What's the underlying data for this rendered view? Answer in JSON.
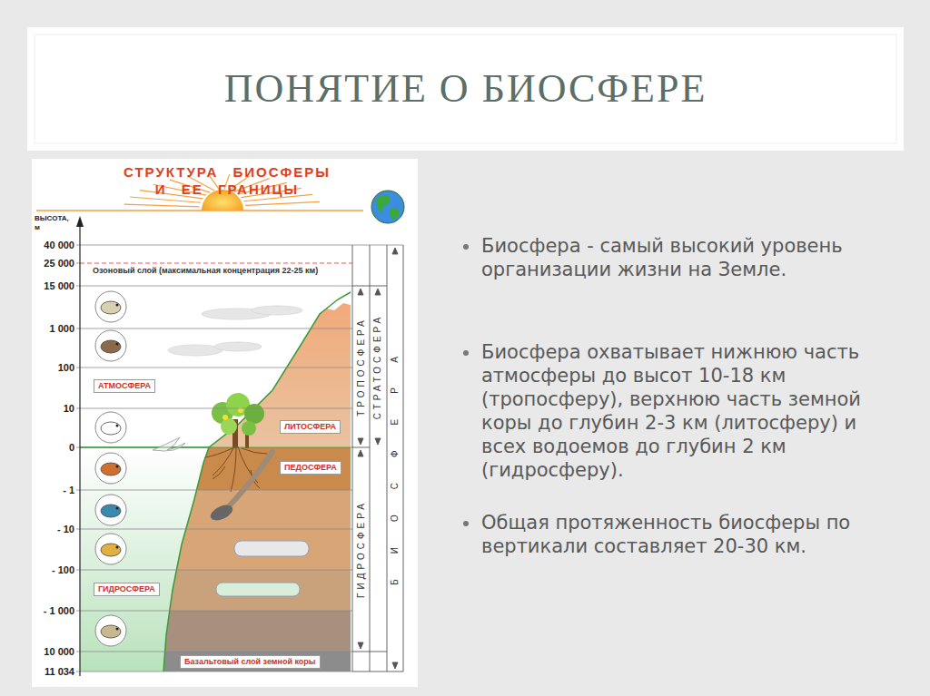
{
  "diagram": {
    "title": "ПОНЯТИЕ О БИОСФЕРЕ",
    "nodes": [
      {
        "text": [
          "АТМОСФЕРА"
        ]
      },
      {
        "text": [
          "ЛИТОСФЕРА"
        ]
      },
      {
        "text": [
          "ПЕДОСФЕРА"
        ]
      },
      {
        "text": [
          "ГИДРОСФЕРА"
        ]
      },
      {
        "text": [
          "Базальтовый слой земной коры"
        ]
      }
    ],
    "labels": [
      "СТРУКТУРА БИОСФЕРЫ И ЕЕ ГРАНИЦЫ",
      "ВЫСОТА, м",
      "40 000",
      "25 000",
      "15 000",
      "1 000",
      "100",
      "10",
      "0",
      "- 1",
      "- 10",
      "- 100",
      "- 1 000",
      "10 000",
      "11 034",
      "Озоновый слой (максимальная концентрация 22-25 км)",
      "ТРОПОСФЕРА",
      "СТРАТОСФЕРА",
      "ГИДРОСФЕРА",
      "БИОСФЕРА",
      "Биосфера - самый высокий уровень организации жизни на Земле.",
      "Биосфера охватывает нижнюю часть атмосферы до высот 10-18 км (тропосферу), верхнюю часть земной коры до глубин 2-3 км (литосферу) и всех водоемов до глубин 2 км (гидросферу).",
      "Общая протяженность биосферы по вертикали составляет 20-30 км."
    ]
  }
}
